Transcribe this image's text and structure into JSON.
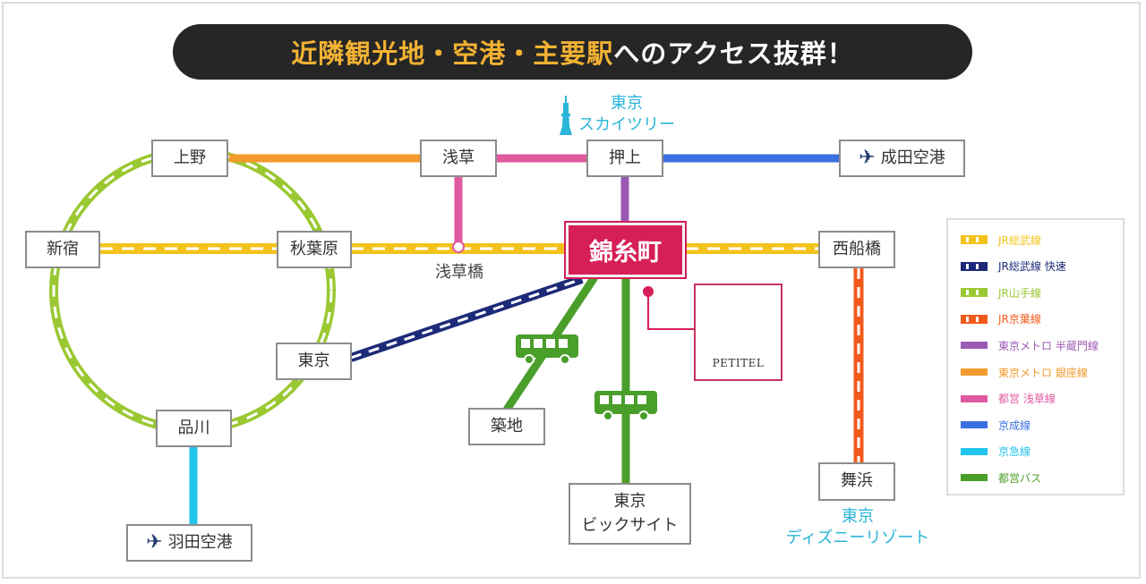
{
  "banner": {
    "highlight": "近隣観光地・空港・主要駅",
    "rest": "へのアクセス抜群！"
  },
  "stations": {
    "ueno": "上野",
    "asakusa": "浅草",
    "oshiage": "押上",
    "narita": "成田空港",
    "shinjuku": "新宿",
    "akihabara": "秋葉原",
    "asakusabashi": "浅草橋",
    "kinshicho": "錦糸町",
    "nishifunabashi": "西船橋",
    "tokyo": "東京",
    "tsukiji": "築地",
    "shinagawa": "品川",
    "haneda": "羽田空港",
    "maihama": "舞浜",
    "bigsight_line1": "東京",
    "bigsight_line2": "ビックサイト"
  },
  "landmarks": {
    "skytree_line1": "東京",
    "skytree_line2": "スカイツリー",
    "disney_line1": "東京",
    "disney_line2": "ディズニーリゾート"
  },
  "hotel": {
    "name": "PETITEL"
  },
  "icons": {
    "narita": "airplane-icon",
    "haneda": "airplane-icon",
    "skytree": "tower-icon",
    "bus": "bus-icon",
    "hotel": "hotel-logo"
  },
  "legend": [
    {
      "label": "JR総武線",
      "color": "#f3c31c",
      "style": "dashed"
    },
    {
      "label": "JR総武線 快速",
      "color": "#1c2a78",
      "style": "dashed"
    },
    {
      "label": "JR山手線",
      "color": "#9ac832",
      "style": "dashed"
    },
    {
      "label": "JR京葉線",
      "color": "#f25a1c",
      "style": "dashed"
    },
    {
      "label": "東京メトロ 半蔵門線",
      "color": "#9b59b6",
      "style": "solid"
    },
    {
      "label": "東京メトロ 銀座線",
      "color": "#f39a2c",
      "style": "solid"
    },
    {
      "label": "都営 浅草線",
      "color": "#e05aa0",
      "style": "solid"
    },
    {
      "label": "京成線",
      "color": "#3a6fe0",
      "style": "solid"
    },
    {
      "label": "京急線",
      "color": "#22c4ec",
      "style": "solid"
    },
    {
      "label": "都営バス",
      "color": "#4a9e2a",
      "style": "solid"
    }
  ],
  "colors": {
    "kinshicho": "#d61f58",
    "hotel_border": "#c9345e",
    "landmark_text": "#2ab5d9",
    "banner_bg": "#262626",
    "banner_highlight": "#f2b233"
  }
}
